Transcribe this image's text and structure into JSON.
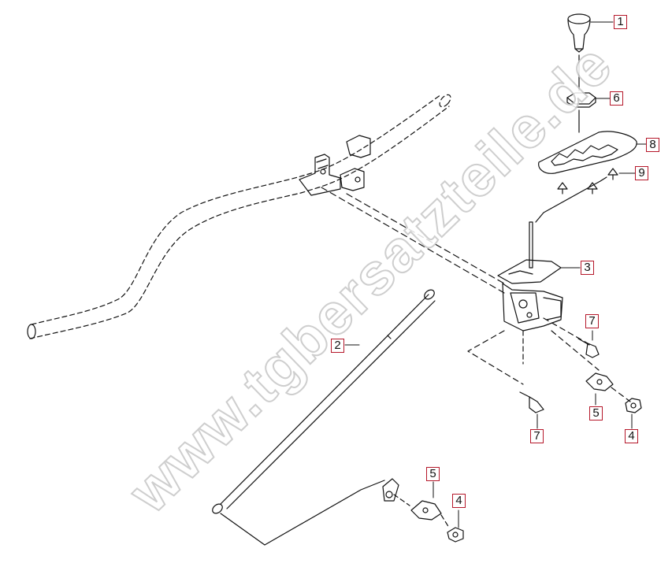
{
  "watermark": "www.tgbersatzteile.de",
  "callouts": [
    {
      "number": "1"
    },
    {
      "number": "6"
    },
    {
      "number": "8"
    },
    {
      "number": "9"
    },
    {
      "number": "3"
    },
    {
      "number": "7"
    },
    {
      "number": "2"
    },
    {
      "number": "5"
    },
    {
      "number": "7"
    },
    {
      "number": "4"
    },
    {
      "number": "5"
    },
    {
      "number": "4"
    }
  ],
  "colors": {
    "callout_border": "#b5172a",
    "line": "#111111",
    "watermark_outline": "#c6c6c6"
  }
}
